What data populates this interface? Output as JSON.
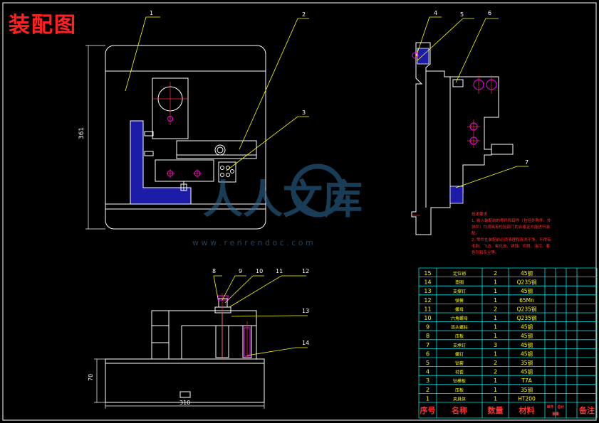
{
  "drawing": {
    "title": "装配图",
    "colors": {
      "background": "#000000",
      "outline": "#ffffff",
      "leader": "#ffff00",
      "center": "#ff3030",
      "hole": "#ff00ff",
      "section_fill": "#1c1ca8",
      "table_line": "#00e5e5",
      "table_text": "#ffff00"
    },
    "dimensions": {
      "height": "361",
      "length": "310",
      "height_small": "70"
    },
    "balloons": {
      "b1": "1",
      "b2": "2",
      "b3": "3",
      "b4": "4",
      "b5": "5",
      "b6": "6",
      "b7": "7",
      "b8": "8",
      "b9": "9",
      "b10": "10",
      "b11": "11",
      "b12": "12",
      "b13": "13",
      "b14": "14"
    },
    "watermark": {
      "text": "人人文库",
      "url": "w w w . r e n r e n d o c . c o m"
    },
    "notes": [
      "技术要求",
      "1. 装入装配前的零件和部件（包括外购件、外协件）均须具有检验部门的合格证方能进行装配。",
      "2. 零件在装配前必须清理和清洗干净，不得有毛刺、飞边、氧化皮、锈蚀、切屑、油污、着色剂和灰尘等。"
    ]
  },
  "bom": {
    "rows": [
      {
        "no": "15",
        "name": "定位销",
        "qty": "2",
        "material": "45钢"
      },
      {
        "no": "14",
        "name": "垫圈",
        "qty": "1",
        "material": "Q235钢"
      },
      {
        "no": "13",
        "name": "支撑钉",
        "qty": "1",
        "material": "45钢"
      },
      {
        "no": "12",
        "name": "弹簧",
        "qty": "1",
        "material": "65Mn"
      },
      {
        "no": "11",
        "name": "螺母",
        "qty": "2",
        "material": "Q235钢"
      },
      {
        "no": "10",
        "name": "六角螺母",
        "qty": "1",
        "material": "Q235钢"
      },
      {
        "no": "9",
        "name": "双头螺柱",
        "qty": "1",
        "material": "45钢"
      },
      {
        "no": "8",
        "name": "压板",
        "qty": "1",
        "material": "45钢"
      },
      {
        "no": "7",
        "name": "支承钉",
        "qty": "3",
        "material": "45钢"
      },
      {
        "no": "6",
        "name": "螺钉",
        "qty": "1",
        "material": "45钢"
      },
      {
        "no": "5",
        "name": "钻套",
        "qty": "2",
        "material": "35钢"
      },
      {
        "no": "4",
        "name": "衬套",
        "qty": "2",
        "material": "45钢"
      },
      {
        "no": "3",
        "name": "钻模板",
        "qty": "1",
        "material": "T7A"
      },
      {
        "no": "2",
        "name": "压板",
        "qty": "1",
        "material": "35钢"
      },
      {
        "no": "1",
        "name": "夹具体",
        "qty": "1",
        "material": "HT200"
      }
    ],
    "header": {
      "no": "序号",
      "name": "名称",
      "qty": "数量",
      "material": "材料",
      "single": "单件",
      "total": "总计",
      "weight": "重量",
      "remark": "备注"
    }
  }
}
